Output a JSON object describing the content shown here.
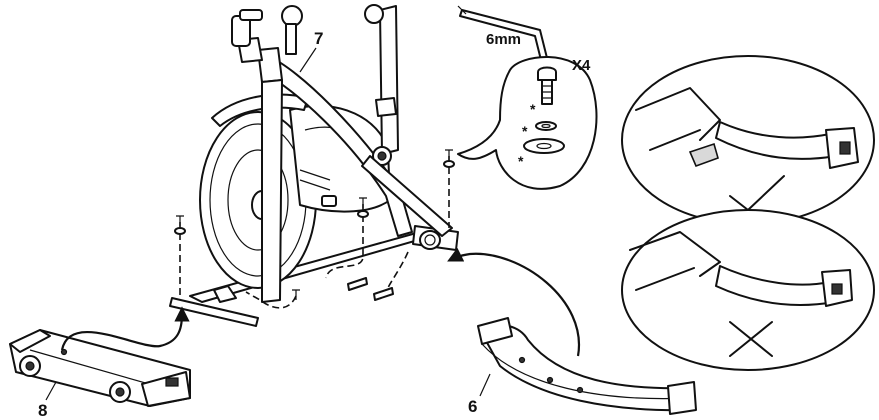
{
  "labels": {
    "frame": "7",
    "front_stabilizer": "8",
    "rear_stabilizer": "6",
    "tool_size": "6mm",
    "quantity": "X4",
    "asterisk": "*"
  },
  "colors": {
    "line": "#111111",
    "fill_grey": "#d9d9d9",
    "background": "#ffffff"
  },
  "icons": {
    "correct": "check-mark-icon",
    "incorrect": "cross-mark-icon"
  }
}
